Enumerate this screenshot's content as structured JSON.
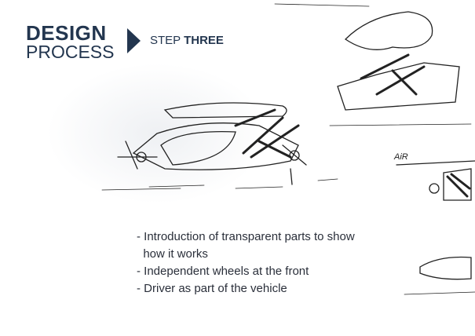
{
  "header": {
    "title_line1": "DESIGN",
    "title_line2": "PROCESS",
    "step_prefix": "STEP",
    "step_name": "THREE"
  },
  "bullets": [
    "- Introduction of transparent parts to show\n  how it works",
    "- Independent wheels at the front",
    "- Driver as part of the vehicle"
  ],
  "sketch_label": "AiR",
  "colors": {
    "navy": "#23364f"
  }
}
